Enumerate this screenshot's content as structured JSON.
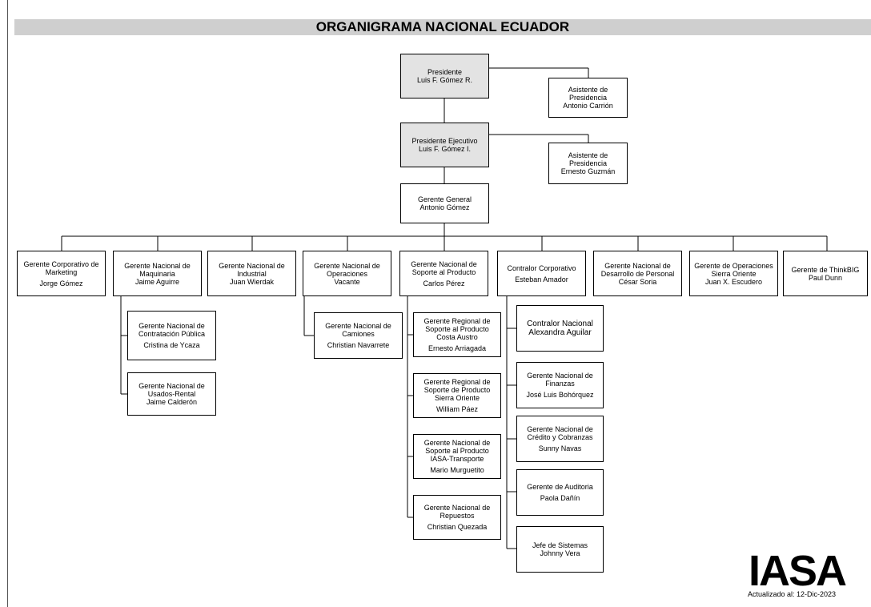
{
  "title": "ORGANIGRAMA NACIONAL ECUADOR",
  "footer": {
    "logo": "IASA",
    "updated": "Actualizado al: 12-Dic-2023"
  },
  "colors": {
    "title_bar": "#cfcfcf",
    "shaded_box": "#e3e3e3",
    "line": "#000000"
  },
  "top": {
    "president": {
      "role": "Presidente",
      "name": "Luis F. Gómez R."
    },
    "assistant1": {
      "role": "Asistente de Presidencia",
      "name": "Antonio Carrión"
    },
    "exec_president": {
      "role": "Presidente Ejecutivo",
      "name": "Luis F. Gómez I."
    },
    "assistant2": {
      "role": "Asistente de Presidencia",
      "name": "Ernesto Guzmán"
    },
    "general_manager": {
      "role": "Gerente General",
      "name": "Antonio Gómez"
    }
  },
  "managers": [
    {
      "role": "Gerente Corporativo de Marketing",
      "name": "Jorge Gómez"
    },
    {
      "role": "Gerente Nacional de Maquinaria",
      "name": "Jaime Aguirre"
    },
    {
      "role": "Gerente Nacional de Industrial",
      "name": "Juan Wierdak"
    },
    {
      "role": "Gerente Nacional de Operaciones",
      "name": "Vacante"
    },
    {
      "role": "Gerente Nacional de Soporte al Producto",
      "name": "Carlos Pérez"
    },
    {
      "role": "Contralor Corporativo",
      "name": "Esteban Amador"
    },
    {
      "role": "Gerente Nacional de Desarrollo de Personal",
      "name": "César Soria"
    },
    {
      "role": "Gerente de Operaciones Sierra Oriente",
      "name": "Juan X. Escudero"
    },
    {
      "role": "Gerente de ThinkBIG",
      "name": "Paul Dunn"
    }
  ],
  "maquinaria_sub": [
    {
      "role": "Gerente Nacional de Contratación Pública",
      "name": "Cristina de Ycaza"
    },
    {
      "role": "Gerente Nacional de Usados-Rental",
      "name": "Jaime Calderón"
    }
  ],
  "operaciones_sub": [
    {
      "role": "Gerente Nacional de Camiones",
      "name": "Christian Navarrete"
    }
  ],
  "soporte_sub": [
    {
      "role": "Gerente Regional de Soporte al Producto Costa Austro",
      "name": "Ernesto Arriagada"
    },
    {
      "role": "Gerente Regional de Soporte de Producto Sierra Oriente",
      "name": "William Páez"
    },
    {
      "role": "Gerente Nacional de Soporte al Producto IASA-Transporte",
      "name": "Mario Murguetito"
    },
    {
      "role": "Gerente Nacional de Repuestos",
      "name": "Christian Quezada"
    }
  ],
  "contralor_sub": [
    {
      "role": "Contralor Nacional",
      "name": "Alexandra Aguilar"
    },
    {
      "role": "Gerente Nacional de Finanzas",
      "name": "José Luis Bohórquez"
    },
    {
      "role": "Gerente Nacional de Crédito y Cobranzas",
      "name": "Sunny Navas"
    },
    {
      "role": "Gerente de Auditoria",
      "name": "Paola Dañín"
    },
    {
      "role": "Jefe de Sistemas",
      "name": "Johnny Vera"
    }
  ]
}
